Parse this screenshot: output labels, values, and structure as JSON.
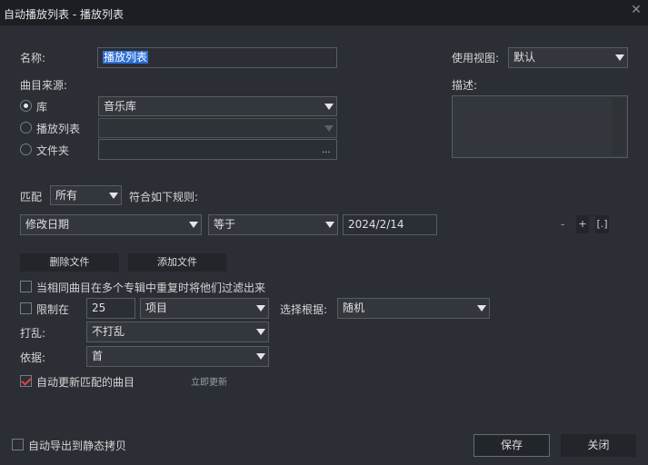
{
  "window": {
    "title": "自动播放列表 - 播放列表"
  },
  "name": {
    "label": "名称:",
    "value": "播放列表"
  },
  "view": {
    "label": "使用视图:",
    "value": "默认"
  },
  "description": {
    "label": "描述:"
  },
  "source": {
    "label": "曲目来源:",
    "options": [
      {
        "label": "库",
        "value": "音乐库",
        "selected": true
      },
      {
        "label": "播放列表",
        "value": "",
        "selected": false
      },
      {
        "label": "文件夹",
        "value": "",
        "selected": false
      }
    ],
    "browse_label": "..."
  },
  "match": {
    "label": "匹配",
    "value": "所有",
    "suffix": "符合如下规则:"
  },
  "rule": {
    "field": "修改日期",
    "operator": "等于",
    "value": "2024/2/14",
    "minus_label": "-",
    "plus_label": "+",
    "bracket_label": "[.]"
  },
  "actions": {
    "delete_label": "删除文件",
    "add_label": "添加文件"
  },
  "filter_duplicates": {
    "label": "当相同曲目在多个专辑中重复时将他们过滤出来",
    "checked": false
  },
  "limit": {
    "label": "限制在",
    "checked": false,
    "count": "25",
    "unit": "项目",
    "select_by_label": "选择根据:",
    "select_by": "随机"
  },
  "shuffle": {
    "label": "打乱:",
    "value": "不打乱"
  },
  "basis": {
    "label": "依据:",
    "value": "首"
  },
  "auto_update": {
    "label": "自动更新匹配的曲目",
    "checked": true,
    "update_now_label": "立即更新"
  },
  "export_static": {
    "label": "自动导出到静态拷贝",
    "checked": false
  },
  "footer": {
    "save_label": "保存",
    "close_label": "关闭"
  }
}
